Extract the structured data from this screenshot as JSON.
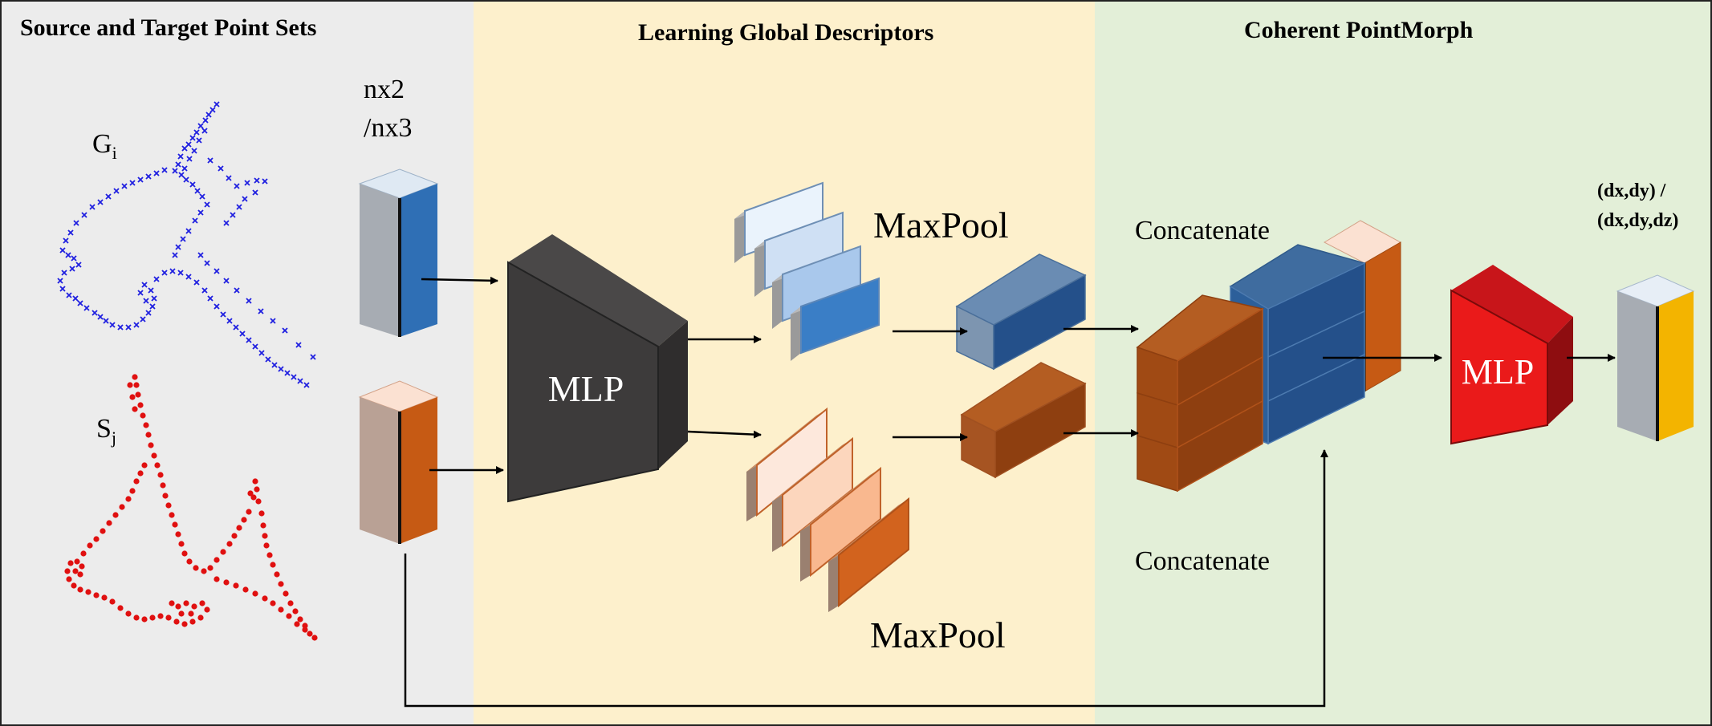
{
  "sections": {
    "source": {
      "title": "Source and Target Point Sets",
      "bg": "#ececec"
    },
    "learning": {
      "title": "Learning Global Descriptors",
      "bg": "#fdf0cc"
    },
    "coherent": {
      "title": "Coherent PointMorph",
      "bg": "#e3efd8"
    }
  },
  "labels": {
    "input_dim_line1": "nx2",
    "input_dim_line2": "/nx3",
    "g_base": "G",
    "g_sub": "i",
    "s_base": "S",
    "s_sub": "j",
    "mlp_left": "MLP",
    "mlp_right": "MLP",
    "maxpool_top": "MaxPool",
    "maxpool_bottom": "MaxPool",
    "concat_top": "Concatenate",
    "concat_bottom": "Concatenate",
    "output_line1": "(dx,dy) /",
    "output_line2": "(dx,dy,dz)"
  },
  "colors": {
    "blue_points": "#1f1fe0",
    "red_points": "#e01010",
    "blue_block": "#2f6fb5",
    "orange_block": "#c65a14",
    "dark_mlp": "#3d3b3b",
    "red_mlp": "#e8161a",
    "output_yellow": "#f3b400"
  }
}
